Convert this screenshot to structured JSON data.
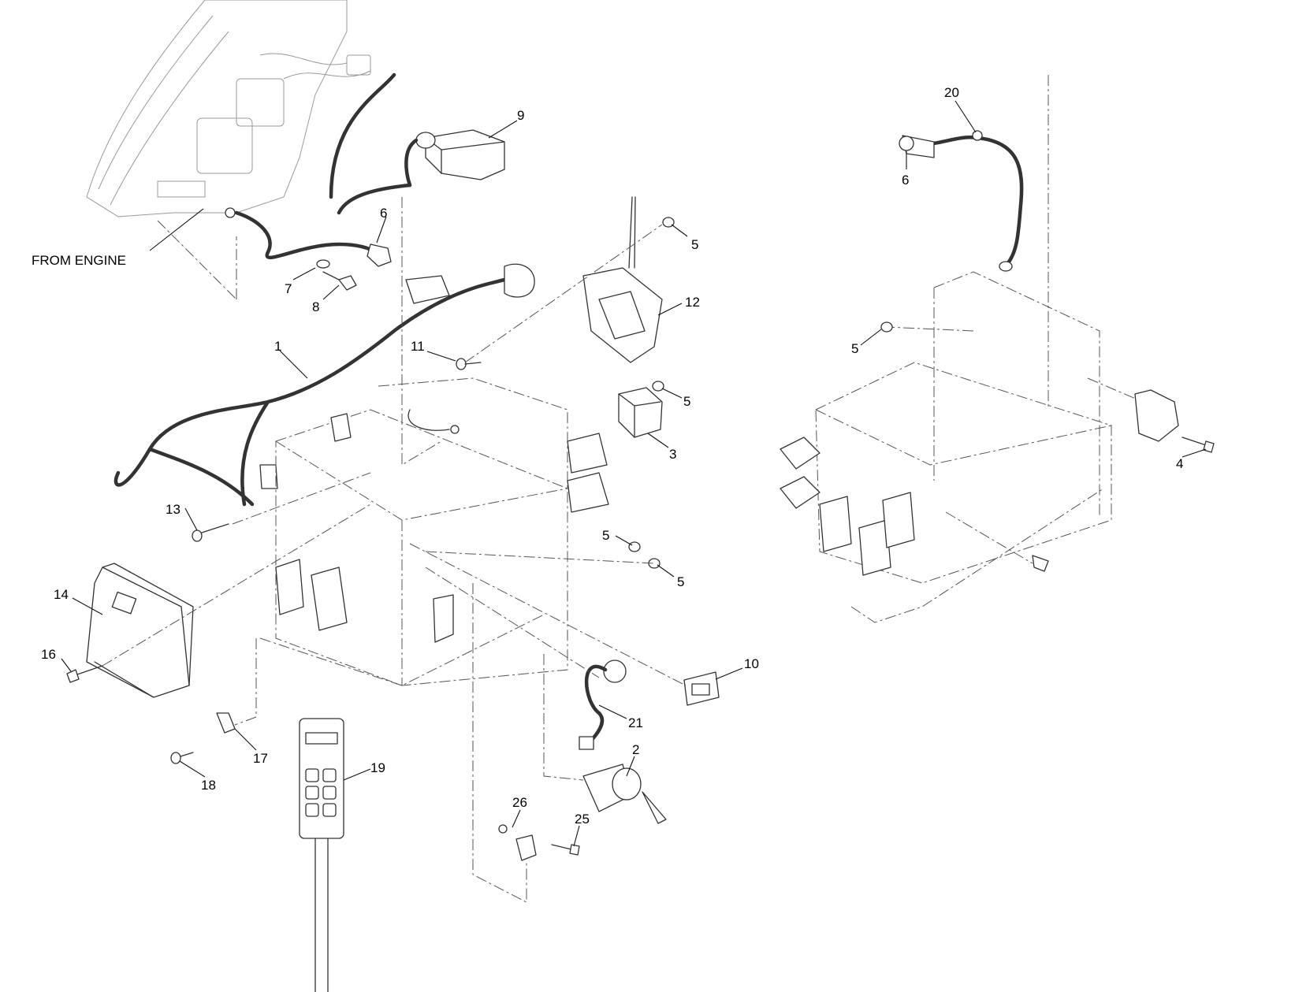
{
  "callouts": {
    "c1": "1",
    "c2": "2",
    "c3": "3",
    "c4": "4",
    "c5a": "5",
    "c5b": "5",
    "c5c": "5",
    "c5d": "5",
    "c5e": "5",
    "c6a": "6",
    "c6b": "6",
    "c7": "7",
    "c8": "8",
    "c9": "9",
    "c10": "10",
    "c11": "11",
    "c12": "12",
    "c13": "13",
    "c14": "14",
    "c16": "16",
    "c17": "17",
    "c18": "18",
    "c19": "19",
    "c20": "20",
    "c21": "21",
    "c25": "25",
    "c26": "26"
  },
  "labels": {
    "from_engine": "FROM ENGINE"
  }
}
